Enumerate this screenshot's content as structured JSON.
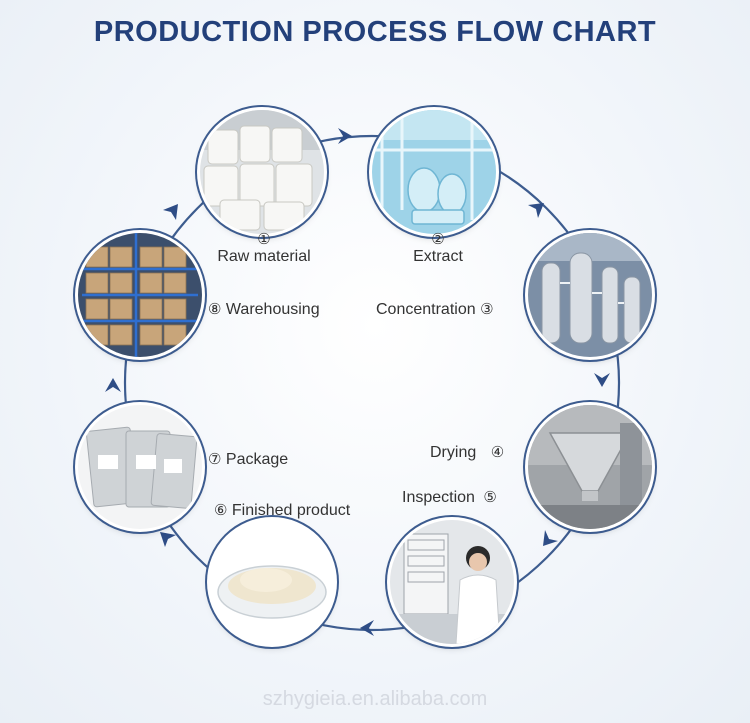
{
  "title": "PRODUCTION PROCESS FLOW CHART",
  "steps": [
    {
      "num": "①",
      "label": "Raw material"
    },
    {
      "num": "②",
      "label": "Extract"
    },
    {
      "num": "③",
      "label": "Concentration"
    },
    {
      "num": "④",
      "label": "Drying"
    },
    {
      "num": "⑤",
      "label": "Inspection"
    },
    {
      "num": "⑥",
      "label": "Finished product"
    },
    {
      "num": "⑦",
      "label": "Package"
    },
    {
      "num": "⑧",
      "label": "Warehousing"
    }
  ],
  "watermark": "szhygieia.en.alibaba.com",
  "colors": {
    "title": "#23407a",
    "ring": "#3d5c8f",
    "arrow": "#2e4d86",
    "text": "#333333"
  }
}
